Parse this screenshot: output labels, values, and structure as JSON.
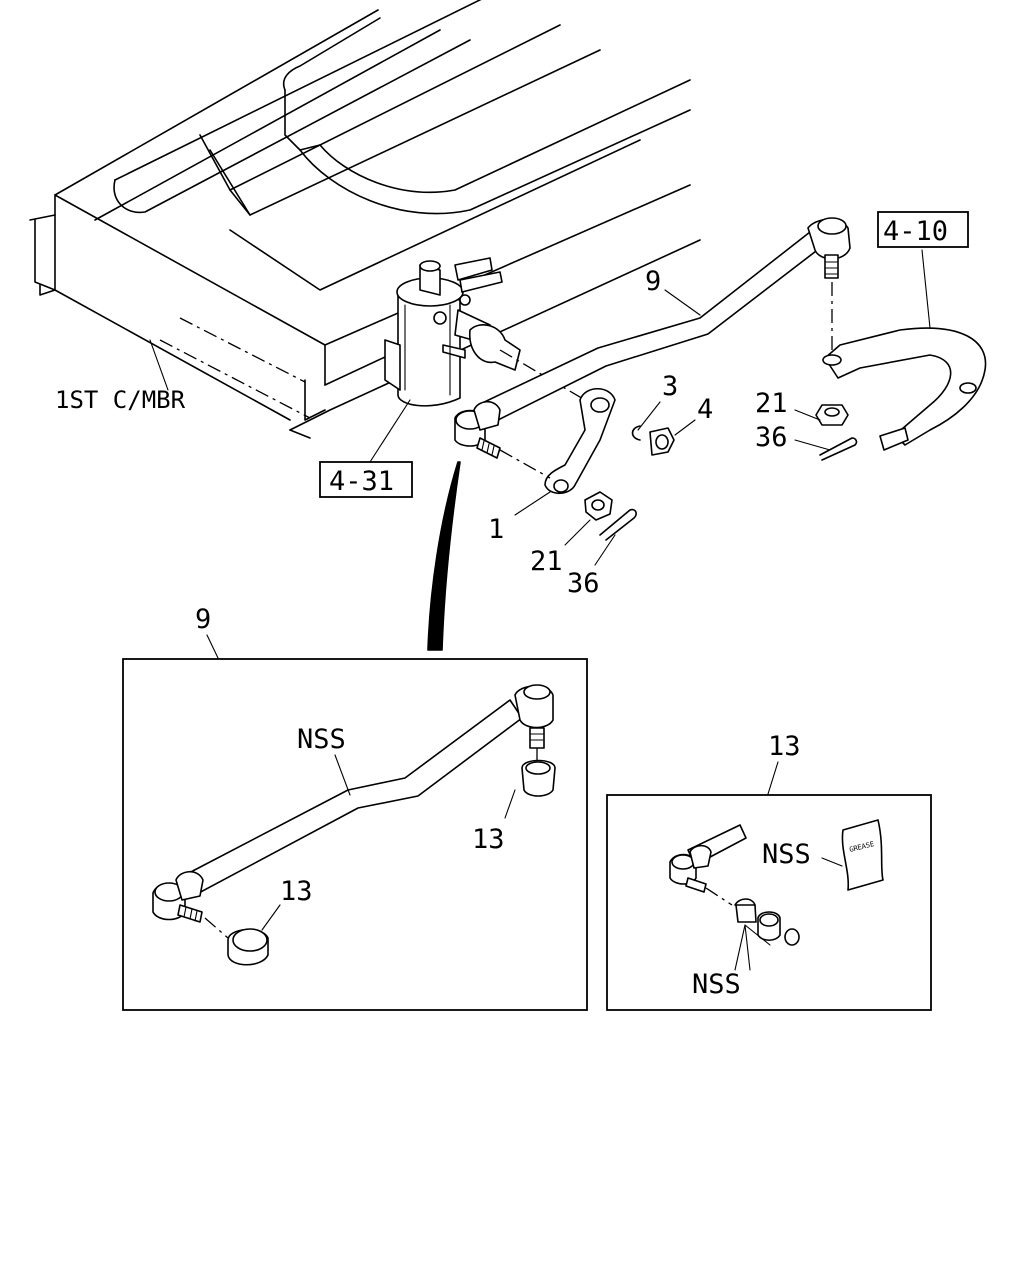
{
  "callouts": {
    "frame_member": "1ST C/MBR",
    "ref_gear": "4-31",
    "ref_knuckle": "4-10",
    "drag_link": "9",
    "pitman_arm": "1",
    "snap_ring": "3",
    "nut_4": "4",
    "nut_21_left": "21",
    "pin_36_left": "36",
    "nut_21_right": "21",
    "pin_36_right": "36"
  },
  "detail_drag_link": {
    "title": "9",
    "nss": "NSS",
    "boot_upper": "13",
    "boot_lower": "13"
  },
  "detail_boot": {
    "title": "13",
    "nss_grease": "NSS",
    "nss_parts": "NSS",
    "grease_tag": "GREASE"
  },
  "colors": {
    "line": "#000000",
    "background": "#ffffff"
  }
}
